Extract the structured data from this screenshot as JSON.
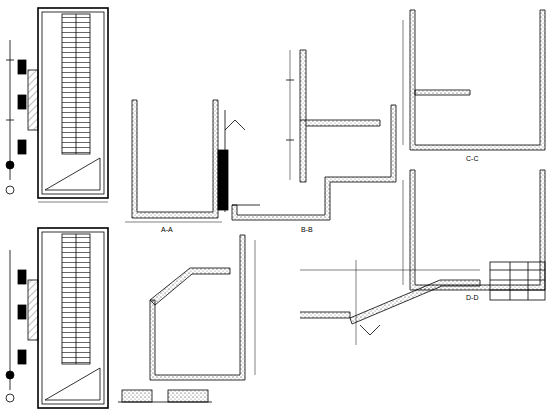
{
  "diagram": {
    "labels": [
      "A-A",
      "B-B",
      "C-C",
      "D-D"
    ]
  }
}
